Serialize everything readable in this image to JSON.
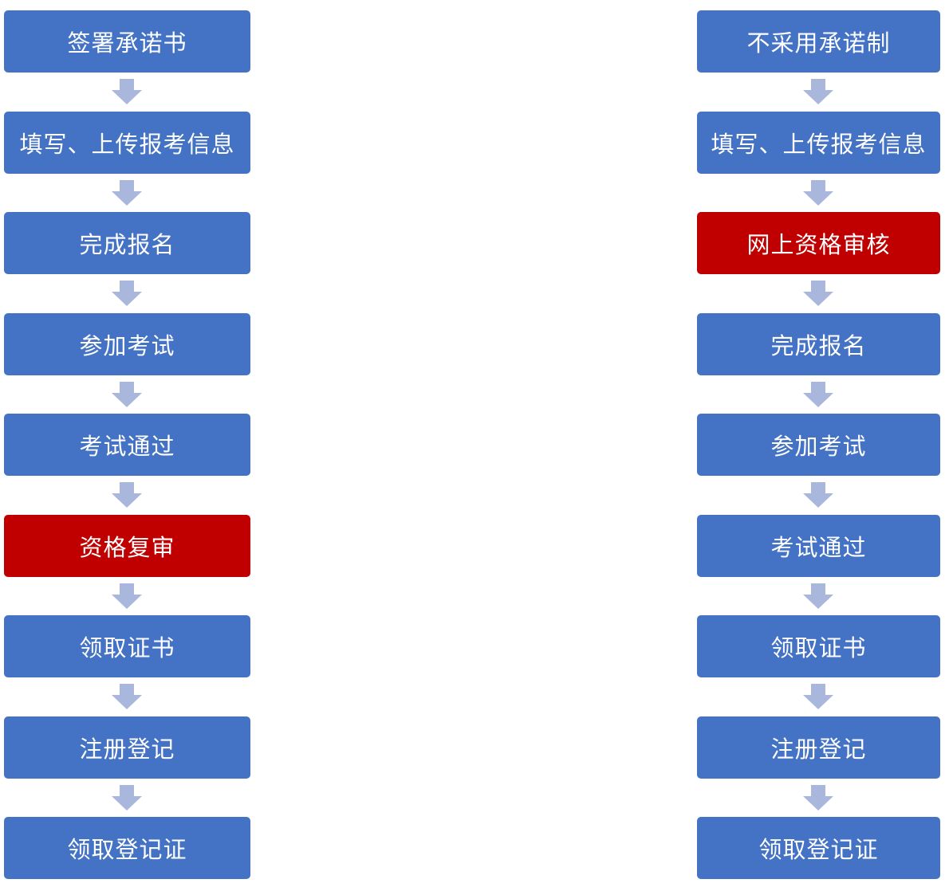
{
  "colors": {
    "step_fill": "#4472c4",
    "highlight_fill": "#c00000",
    "arrow_fill": "#aab7dc",
    "text": "#ffffff"
  },
  "left_flow": {
    "steps": [
      {
        "label": "签署承诺书",
        "highlight": false
      },
      {
        "label": "填写、上传报考信息",
        "highlight": false
      },
      {
        "label": "完成报名",
        "highlight": false
      },
      {
        "label": "参加考试",
        "highlight": false
      },
      {
        "label": "考试通过",
        "highlight": false
      },
      {
        "label": "资格复审",
        "highlight": true
      },
      {
        "label": "领取证书",
        "highlight": false
      },
      {
        "label": "注册登记",
        "highlight": false
      },
      {
        "label": "领取登记证",
        "highlight": false
      }
    ]
  },
  "right_flow": {
    "steps": [
      {
        "label": "不采用承诺制",
        "highlight": false
      },
      {
        "label": "填写、上传报考信息",
        "highlight": false
      },
      {
        "label": "网上资格审核",
        "highlight": true
      },
      {
        "label": "完成报名",
        "highlight": false
      },
      {
        "label": "参加考试",
        "highlight": false
      },
      {
        "label": "考试通过",
        "highlight": false
      },
      {
        "label": "领取证书",
        "highlight": false
      },
      {
        "label": "注册登记",
        "highlight": false
      },
      {
        "label": "领取登记证",
        "highlight": false
      }
    ]
  }
}
